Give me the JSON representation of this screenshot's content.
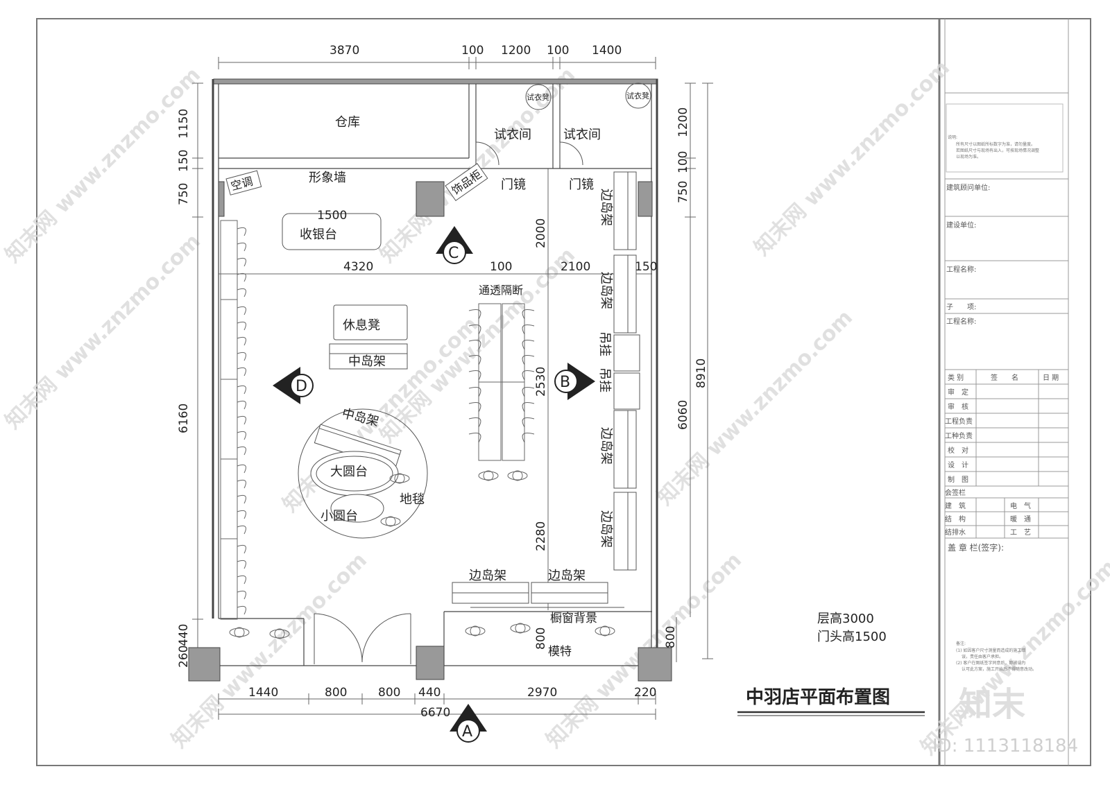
{
  "title": "中羽店平面布置图",
  "notes": {
    "floor_height": "层高3000",
    "door_height": "门头高1500"
  },
  "id_label": "ID: 1113118184",
  "logo_text": "知末",
  "watermark": "知末网 www.znzmo.com",
  "rooms": {
    "warehouse": "仓库",
    "fitting_room": "试衣间",
    "fitting_stool": "试衣凳",
    "image_wall": "形象墙",
    "air_conditioner": "空调",
    "accessory_cabinet": "饰品柜",
    "door_mirror": "门镜",
    "cashier": "收银台",
    "partition": "通透隔断",
    "rest_bench": "休息凳",
    "middle_rack": "中岛架",
    "side_rack": "边岛架",
    "big_platform": "大圆台",
    "small_platform": "小圆台",
    "carpet": "地毯",
    "window_backdrop": "橱窗背景",
    "mannequin": "模特",
    "hanger_rack": "吊挂"
  },
  "view_markers": [
    "A",
    "B",
    "C",
    "D"
  ],
  "dimensions": {
    "top": [
      "3870",
      "100",
      "1200",
      "100",
      "1400"
    ],
    "bottom": [
      "1440",
      "800",
      "800",
      "440",
      "2970",
      "220"
    ],
    "bottom_total": "6670",
    "left": [
      "1150",
      "150",
      "750",
      "6160",
      "440",
      "260"
    ],
    "right": [
      "1200",
      "100",
      "750",
      "6060",
      "800"
    ],
    "right_total": "8910",
    "inner": [
      "1500",
      "4320",
      "100",
      "2100",
      "150",
      "2000",
      "2530",
      "2280",
      "800"
    ]
  },
  "title_block": {
    "note_label": "说明:",
    "note_lines": [
      "所有尺寸以图纸所标数字为准，请勿量度。",
      "若图纸尺寸与现场有出入，可按现场情况调整",
      "以现场为准。"
    ],
    "consultant": "建筑顾问单位:",
    "client": "建设单位:",
    "project": "工程名称:",
    "sub_item": "子　　项:",
    "project2": "工程名称:",
    "table_header": [
      "类 别",
      "签　　名",
      "日 期"
    ],
    "rows": [
      "审　定",
      "审　核",
      "工程负责",
      "工种负责",
      "校　对",
      "设　计",
      "制　图"
    ],
    "countersign": "会签栏",
    "disciplines": [
      [
        "建　筑",
        "电　气"
      ],
      [
        "结　构",
        "暖　通"
      ],
      [
        "结排水",
        "工　艺"
      ]
    ],
    "seal": "盖 章 栏(签字):",
    "remark_label": "备注:",
    "remarks": [
      "(1) 如因客户尺寸测量而造成的施工错",
      "误，责任由客户承担。",
      "(2) 客户在图纸签字同意后，即被认为",
      "认可此方案，施工开始后不得随意改动。"
    ]
  }
}
